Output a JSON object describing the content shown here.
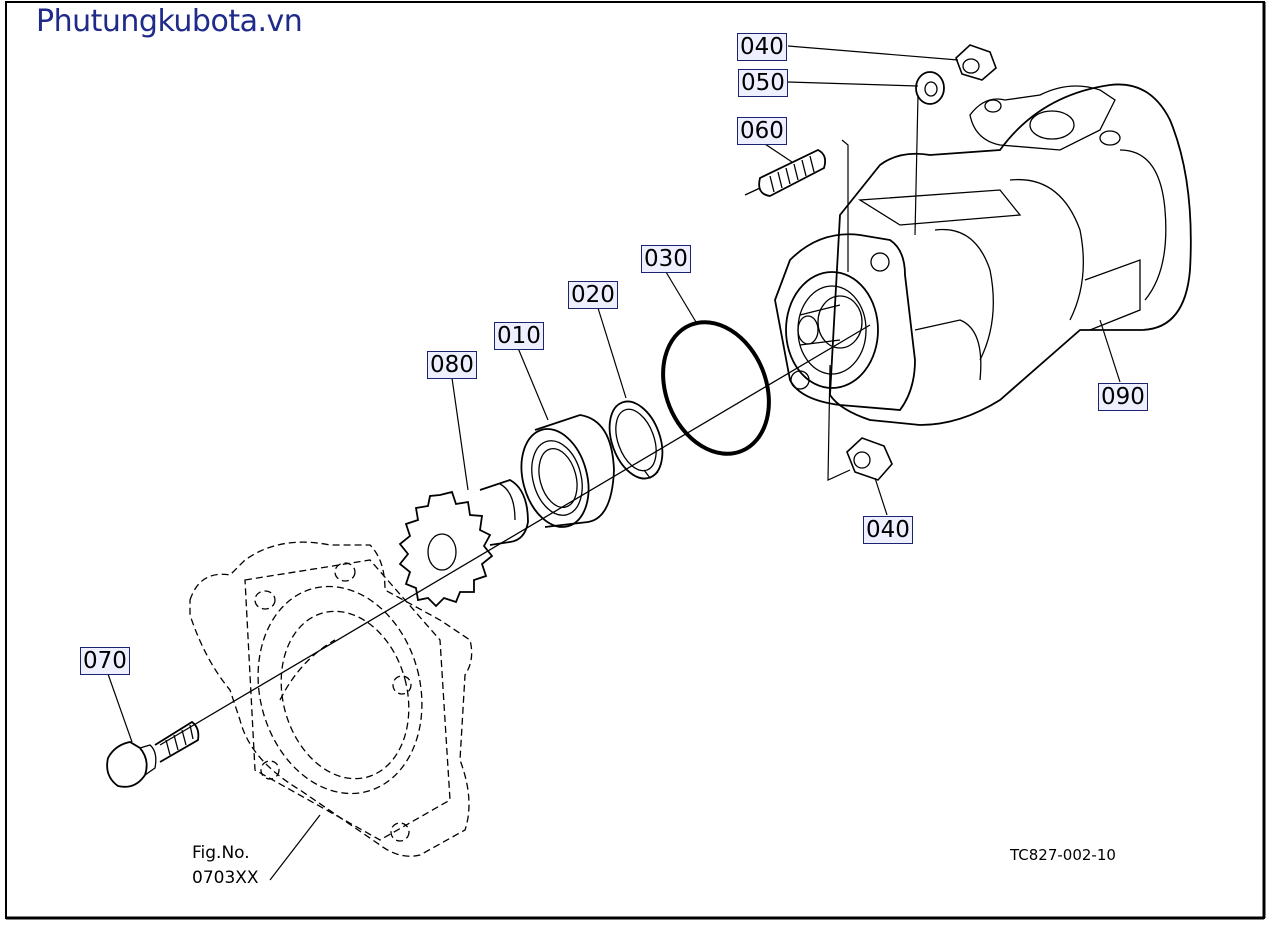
{
  "watermark": "Phutungkubota.vn",
  "figure_ref": {
    "line1": "Fig.No.",
    "line2": "0703XX"
  },
  "drawing_code": "TC827-002-10",
  "parts": {
    "p040_top": "040",
    "p050": "050",
    "p060": "060",
    "p030": "030",
    "p020": "020",
    "p010": "010",
    "p080": "080",
    "p090": "090",
    "p040_bottom": "040",
    "p070": "070"
  },
  "colors": {
    "label_border": "#1c2470",
    "label_fill": "#eef0ff",
    "watermark": "#1f2a8a"
  }
}
